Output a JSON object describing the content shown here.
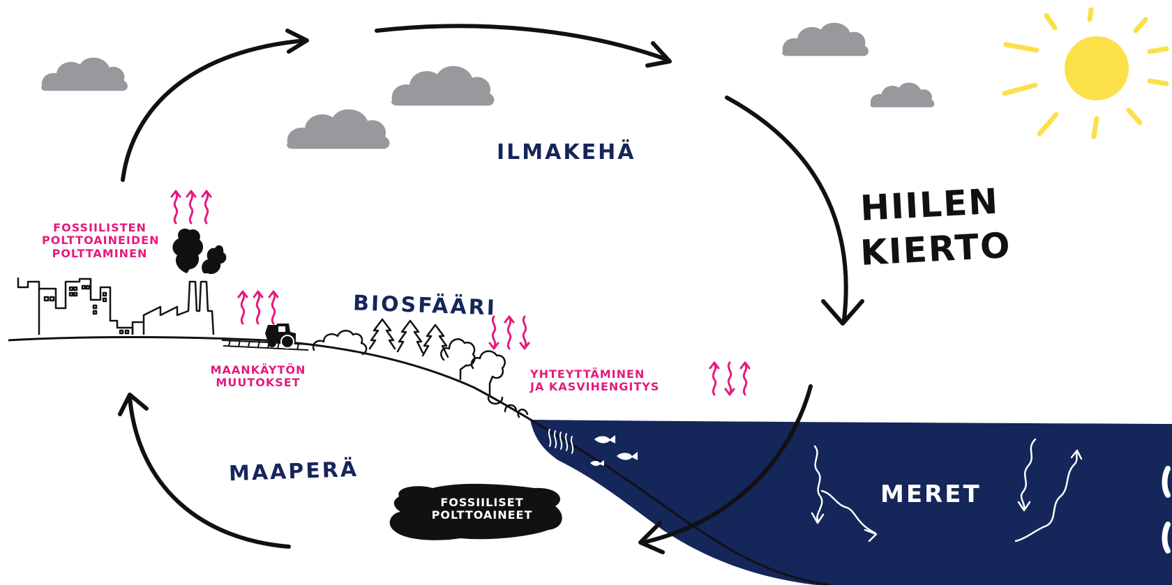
{
  "diagram": {
    "title_line1": "HIILEN",
    "title_line2": "KIERTO",
    "regions": {
      "atmosphere": "ILMAKEHÄ",
      "biosphere": "BIOSFÄÄRI",
      "soil": "MAAPERÄ",
      "oceans": "MERET"
    },
    "processes": {
      "fossil_burning": [
        "FOSSIILISTEN",
        "POLTTOAINEIDEN",
        "POLTTAMINEN"
      ],
      "land_use": [
        "MAANKÄYTÖN",
        "MUUTOKSET"
      ],
      "photosynthesis": [
        "YHTEYTTÄMINEN",
        "JA KASVIHENGITYS"
      ]
    },
    "fossil_deposit": [
      "FOSSIILISET",
      "POLTTOAINEET"
    ],
    "colors": {
      "navy": "#15265a",
      "pink": "#e6197e",
      "sun": "#fbe04a",
      "cloud": "#97999c",
      "ink": "#111111"
    },
    "icons": [
      "sun-icon",
      "cloud-icon",
      "city-icon",
      "factory-icon",
      "smoke-icon",
      "tractor-icon",
      "forest-icon",
      "fish-icon",
      "cycle-arrow-icon",
      "wavy-arrow-icon"
    ]
  }
}
